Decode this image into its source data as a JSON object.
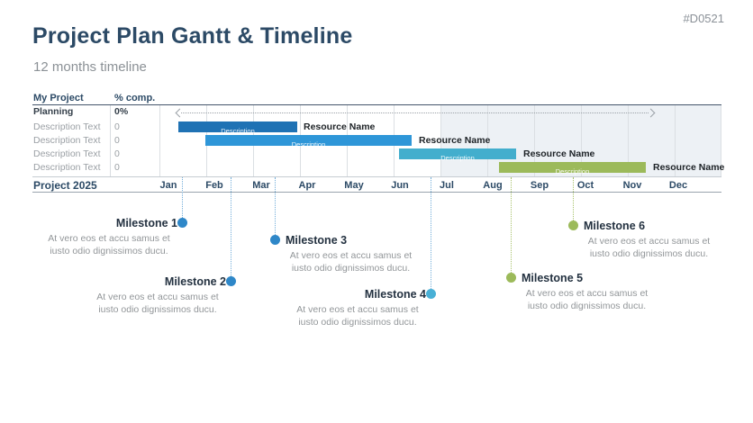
{
  "slide_code": "#D0521",
  "header": {
    "title": "Project Plan Gantt & Timeline",
    "subtitle": "12 months timeline"
  },
  "table": {
    "name_header": "My Project",
    "comp_header": "% comp.",
    "rows": [
      {
        "name": "Planning",
        "comp": "0%"
      },
      {
        "name": "Description Text",
        "comp": "0"
      },
      {
        "name": "Description Text",
        "comp": "0"
      },
      {
        "name": "Description Text",
        "comp": "0"
      },
      {
        "name": "Description Text",
        "comp": "0"
      }
    ]
  },
  "gantt": {
    "bars": [
      {
        "label": "Description",
        "resource": "Resource Name"
      },
      {
        "label": "Description",
        "resource": "Resource Name"
      },
      {
        "label": "Description",
        "resource": "Resource Name"
      },
      {
        "label": "Description",
        "resource": "Resource Name"
      }
    ]
  },
  "timeline": {
    "label": "Project 2025",
    "months": [
      "Jan",
      "Feb",
      "Mar",
      "Apr",
      "May",
      "Jun",
      "Jul",
      "Aug",
      "Sep",
      "Oct",
      "Nov",
      "Dec"
    ]
  },
  "milestones": [
    {
      "title": "Milestone 1",
      "text": "At vero eos et accu samus et iusto odio dignissimos ducu."
    },
    {
      "title": "Milestone 2",
      "text": "At vero eos et accu samus et iusto odio dignissimos ducu."
    },
    {
      "title": "Milestone 3",
      "text": "At vero eos et accu samus et iusto odio dignissimos ducu."
    },
    {
      "title": "Milestone 4",
      "text": "At vero eos et accu samus et iusto odio dignissimos ducu."
    },
    {
      "title": "Milestone 5",
      "text": "At vero eos et accu samus et iusto odio dignissimos ducu."
    },
    {
      "title": "Milestone 6",
      "text": "At vero eos et accu samus et iusto odio dignissimos ducu."
    }
  ],
  "colors": {
    "navy": "#2c4a66",
    "gray_text": "#929699",
    "bar_dark_blue": "#1f72b4",
    "bar_blue": "#2e96d8",
    "bar_teal": "#43aecd",
    "bar_green": "#9cba5a",
    "dot_blue": "#2e87c8",
    "dot_light_blue": "#49b0d6",
    "dot_green": "#9cba5a",
    "h2_shade": "#edf1f5"
  },
  "chart_data": {
    "type": "bar",
    "subtype": "gantt-timeline",
    "title": "Project Plan Gantt & Timeline",
    "x_axis_label": "Project 2025",
    "categories": [
      "Jan",
      "Feb",
      "Mar",
      "Apr",
      "May",
      "Jun",
      "Jul",
      "Aug",
      "Sep",
      "Oct",
      "Nov",
      "Dec"
    ],
    "grid": true,
    "shaded_month_range": [
      6,
      12
    ],
    "tasks": [
      {
        "name": "Planning",
        "percent_complete": "0%",
        "style": "dotted-span-arrow",
        "start_month": 0.5,
        "end_month": 10.5
      },
      {
        "name": "Description Text",
        "percent_complete": "0",
        "bar_label": "Description",
        "resource": "Resource Name",
        "start_month": 0.45,
        "end_month": 3.0,
        "color": "#1f72b4"
      },
      {
        "name": "Description Text",
        "percent_complete": "0",
        "bar_label": "Description",
        "resource": "Resource Name",
        "start_month": 1.0,
        "end_month": 5.4,
        "color": "#2e96d8"
      },
      {
        "name": "Description Text",
        "percent_complete": "0",
        "bar_label": "Description",
        "resource": "Resource Name",
        "start_month": 5.15,
        "end_month": 7.6,
        "color": "#43aecd"
      },
      {
        "name": "Description Text",
        "percent_complete": "0",
        "bar_label": "Description",
        "resource": "Resource Name",
        "start_month": 7.3,
        "end_month": 10.4,
        "color": "#9cba5a"
      }
    ],
    "milestones": [
      {
        "name": "Milestone 1",
        "month": 0.55,
        "color": "#2e87c8"
      },
      {
        "name": "Milestone 2",
        "month": 1.6,
        "color": "#2e87c8"
      },
      {
        "name": "Milestone 3",
        "month": 2.5,
        "color": "#2e87c8"
      },
      {
        "name": "Milestone 4",
        "month": 5.85,
        "color": "#49b0d6"
      },
      {
        "name": "Milestone 5",
        "month": 7.55,
        "color": "#9cba5a"
      },
      {
        "name": "Milestone 6",
        "month": 8.9,
        "color": "#9cba5a"
      }
    ]
  }
}
